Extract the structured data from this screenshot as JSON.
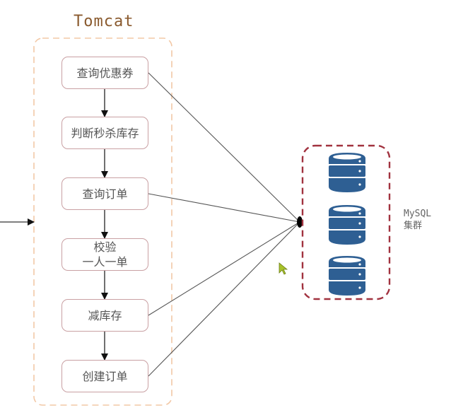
{
  "tomcat": {
    "title": "Tomcat",
    "steps": [
      {
        "label": "查询优惠券"
      },
      {
        "label": "判断秒杀库存"
      },
      {
        "label": "查询订单"
      },
      {
        "label": "校验\n一人一单"
      },
      {
        "label": "减库存"
      },
      {
        "label": "创建订单"
      }
    ]
  },
  "mysql": {
    "label": "MySQL\n集群",
    "database_count": 3,
    "icon": "database-icon"
  },
  "connections": {
    "steps_connected_to_mysql": [
      "查询优惠券",
      "查询订单",
      "减库存",
      "创建订单"
    ]
  },
  "colors": {
    "tomcat_border": "#f2c8a6",
    "tomcat_title": "#8a5a2e",
    "step_border": "#c9a0a3",
    "mysql_border": "#a1323f",
    "database_fill": "#2e5f93",
    "cursor": "#a8c22a"
  }
}
